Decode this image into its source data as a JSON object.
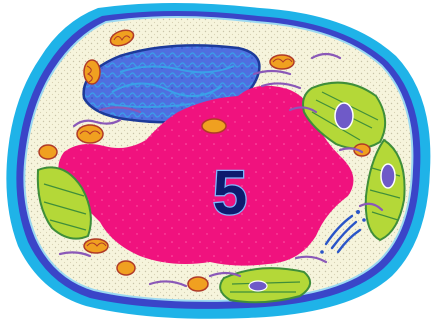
{
  "diagram": {
    "marker_label": "5",
    "colors": {
      "background": "#ffffff",
      "cell_wall_outer": "#1fb3e8",
      "cell_wall_inner": "#3a45c8",
      "cytoplasm": "#f6f4dc",
      "nucleus": "#4f6fe0",
      "nucleolus_pattern": "#3aa0e8",
      "vacuole": "#f0127e",
      "chloroplast_fill": "#b4d838",
      "chloroplast_thylakoid": "#3f8e3a",
      "chloroplast_starch": "#6f5ac8",
      "mitochondria": "#f0a020",
      "mitochondria_cristae": "#b03a28",
      "endoplasmic_reticulum": "#8a58b8",
      "golgi": "#2a55c8",
      "marker_fill": "#0e1a6e",
      "marker_outline": "#7fb8ff"
    },
    "parts": [
      "cell-wall",
      "cell-membrane",
      "cytoplasm",
      "nucleus",
      "central-vacuole",
      "chloroplast",
      "mitochondrion",
      "endoplasmic-reticulum",
      "golgi-apparatus"
    ]
  }
}
